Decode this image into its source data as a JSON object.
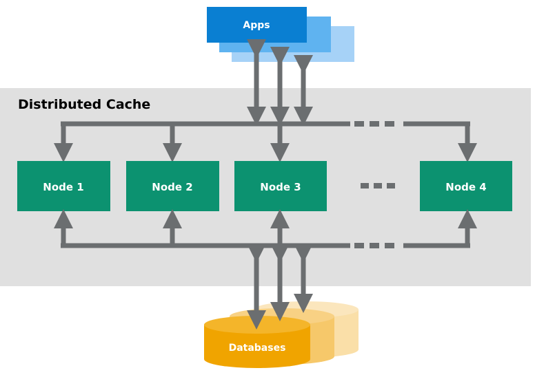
{
  "diagram": {
    "apps_label": "Apps",
    "cache_title": "Distributed Cache",
    "nodes": [
      {
        "label": "Node 1"
      },
      {
        "label": "Node 2"
      },
      {
        "label": "Node 3"
      },
      {
        "label": "Node 4"
      }
    ],
    "databases_label": "Databases"
  },
  "colors": {
    "apps_front": "#0a7fd2",
    "apps_mid": "#5fb3f0",
    "apps_back": "#a6d2f7",
    "cache_bg": "#e0e0e0",
    "node": "#0c9270",
    "arrow": "#6b6e70",
    "db_front": "#f0a400",
    "db_mid": "#f6c86a",
    "db_back": "#fadfa8"
  },
  "icons": [
    "ellipsis-dots"
  ]
}
